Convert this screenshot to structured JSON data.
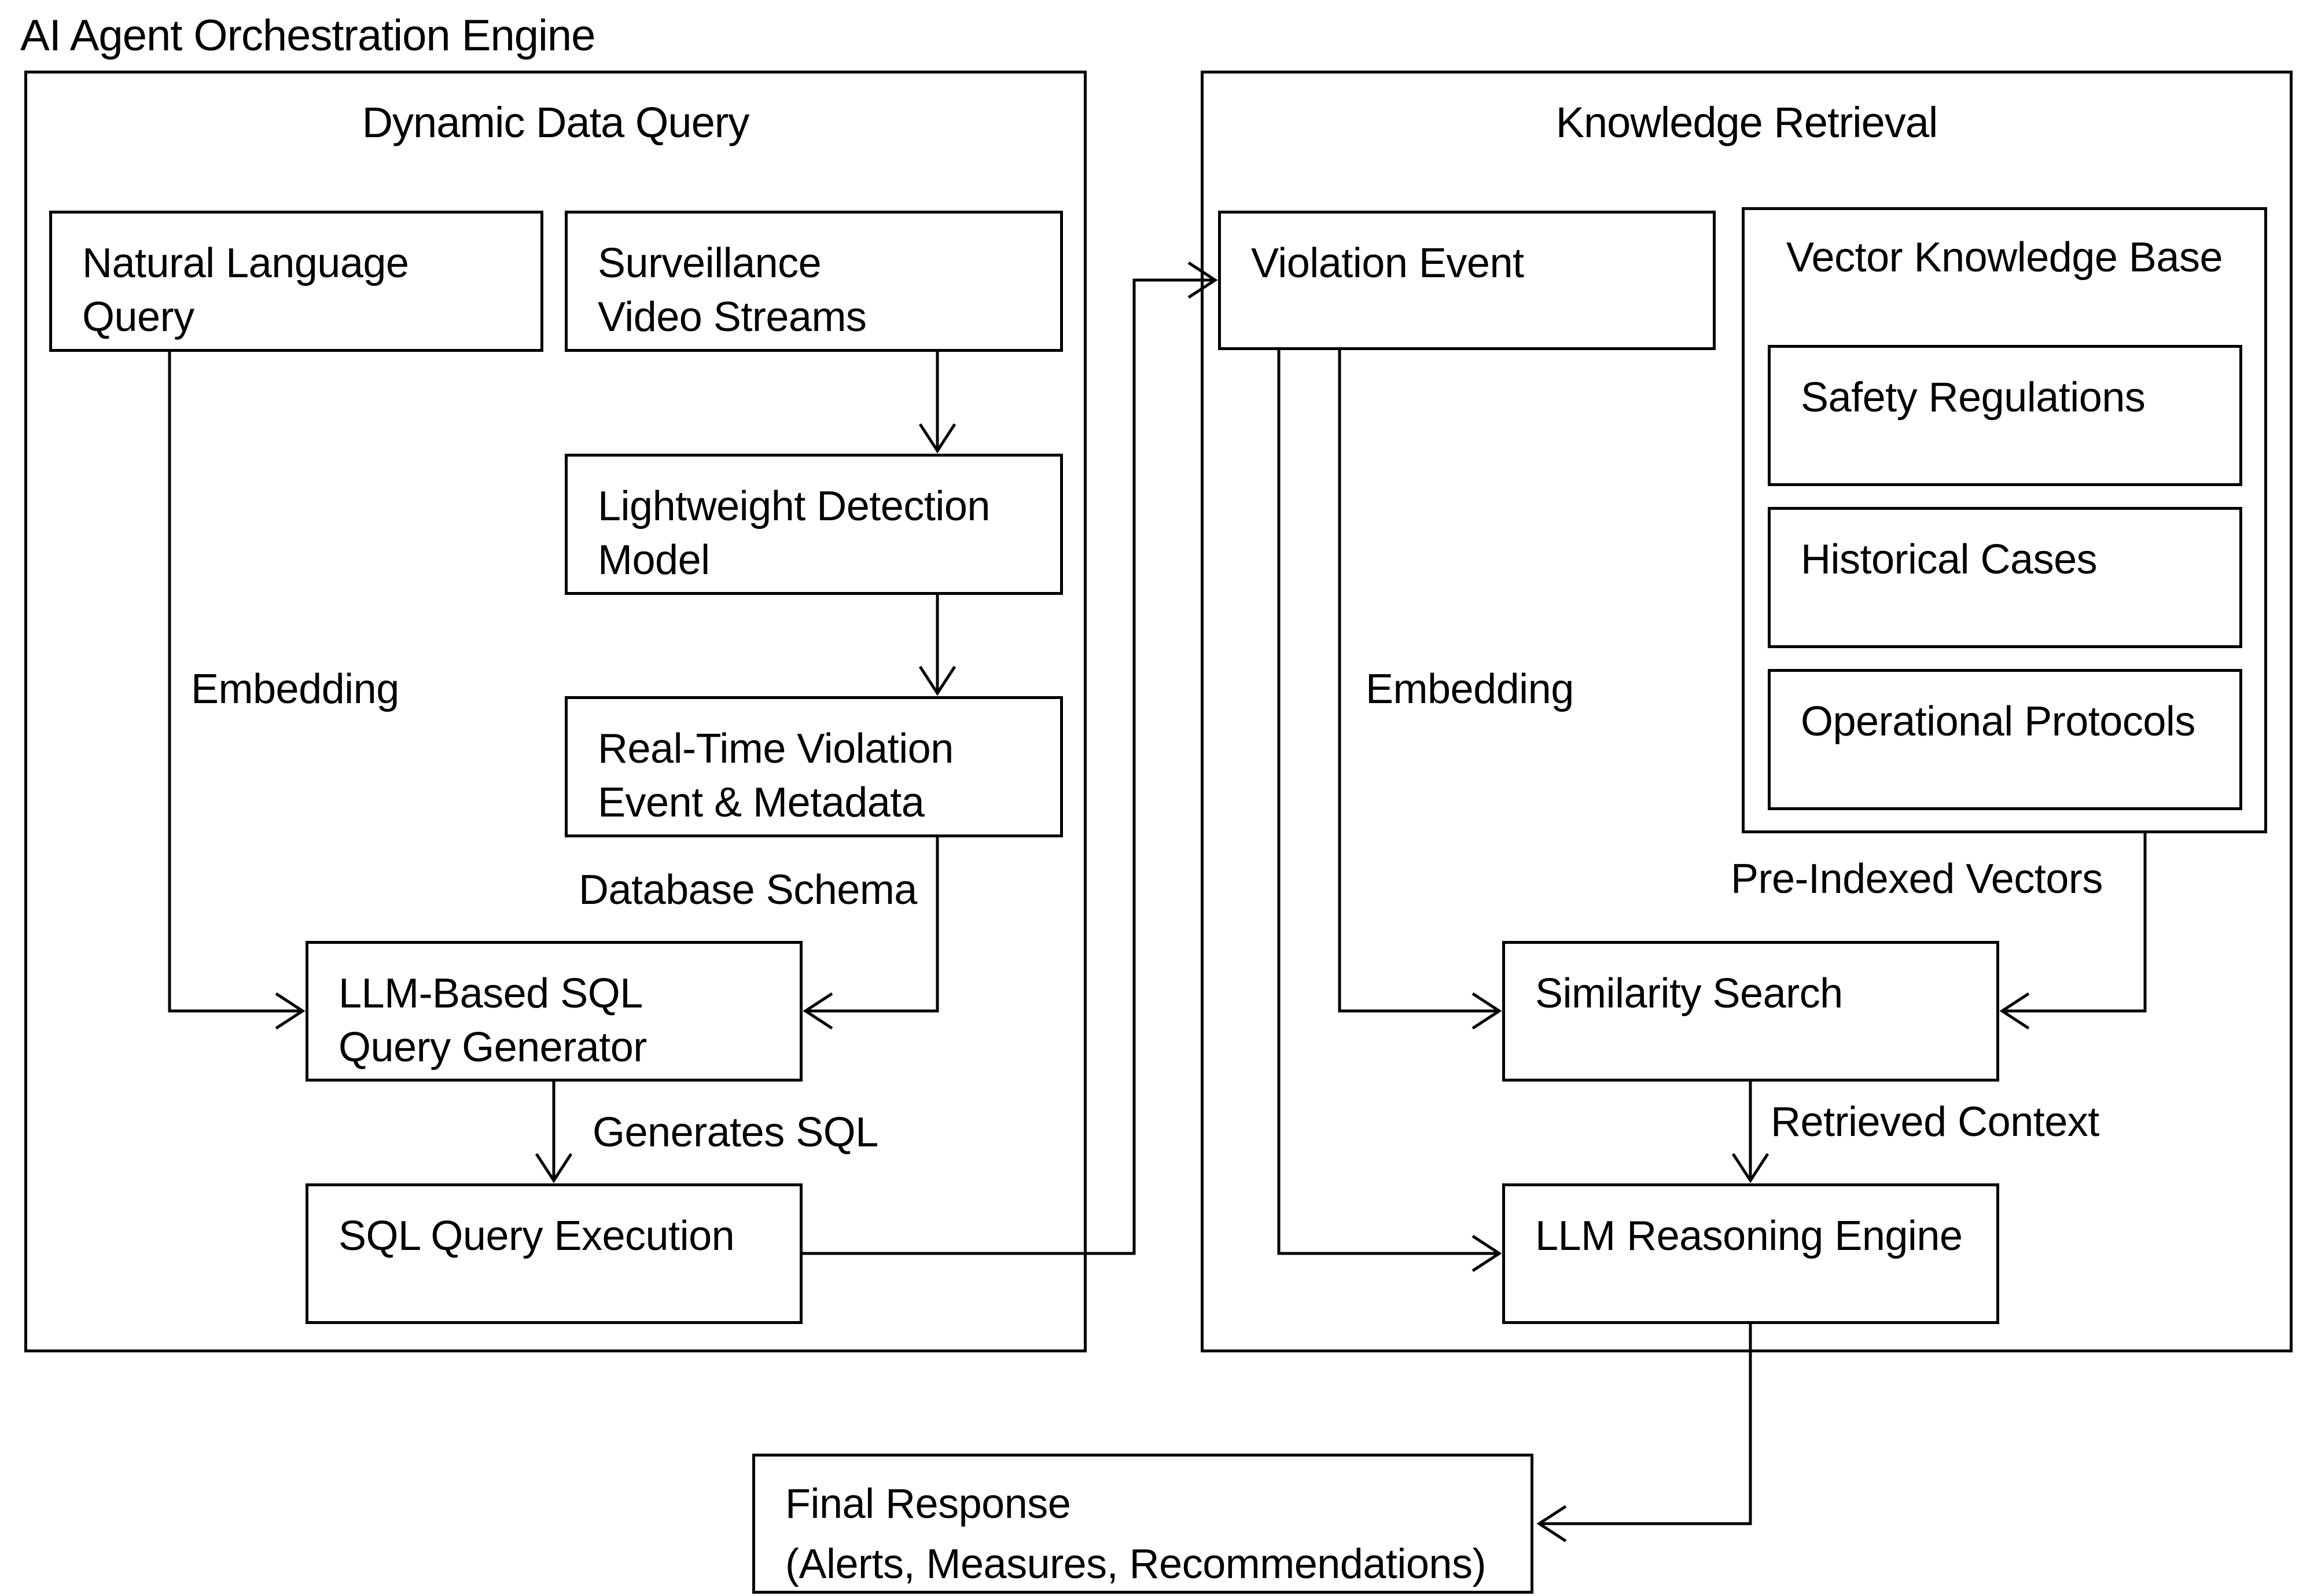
{
  "page_title": "AI Agent Orchestration Engine",
  "sections": {
    "dynamic_data_query": {
      "title": "Dynamic Data Query"
    },
    "knowledge_retrieval": {
      "title": "Knowledge Retrieval"
    }
  },
  "nodes": {
    "natural_language_query": {
      "line1": "Natural Language",
      "line2": "Query"
    },
    "surveillance_video_streams": {
      "line1": "Surveillance",
      "line2": "Video Streams"
    },
    "lightweight_detection_model": {
      "line1": "Lightweight Detection",
      "line2": "Model"
    },
    "realtime_violation_event": {
      "line1": "Real-Time Violation",
      "line2": "Event & Metadata"
    },
    "llm_sql_generator": {
      "line1": "LLM-Based SQL",
      "line2": "Query Generator"
    },
    "sql_query_execution": {
      "label": "SQL Query Execution"
    },
    "violation_event": {
      "label": "Violation Event"
    },
    "vector_knowledge_base": {
      "title": "Vector Knowledge Base"
    },
    "safety_regulations": {
      "label": "Safety Regulations"
    },
    "historical_cases": {
      "label": "Historical Cases"
    },
    "operational_protocols": {
      "label": "Operational Protocols"
    },
    "similarity_search": {
      "label": "Similarity Search"
    },
    "llm_reasoning_engine": {
      "label": "LLM Reasoning Engine"
    },
    "final_response": {
      "line1": "Final Response",
      "line2": "(Alerts, Measures, Recommendations)"
    }
  },
  "edge_labels": {
    "embedding_left": "Embedding",
    "database_schema": "Database Schema",
    "generates_sql": "Generates SQL",
    "embedding_right": "Embedding",
    "pre_indexed_vectors": "Pre-Indexed Vectors",
    "retrieved_context": "Retrieved Context"
  },
  "colors": {
    "stroke": "#000000",
    "background": "#ffffff",
    "text": "#000000"
  }
}
